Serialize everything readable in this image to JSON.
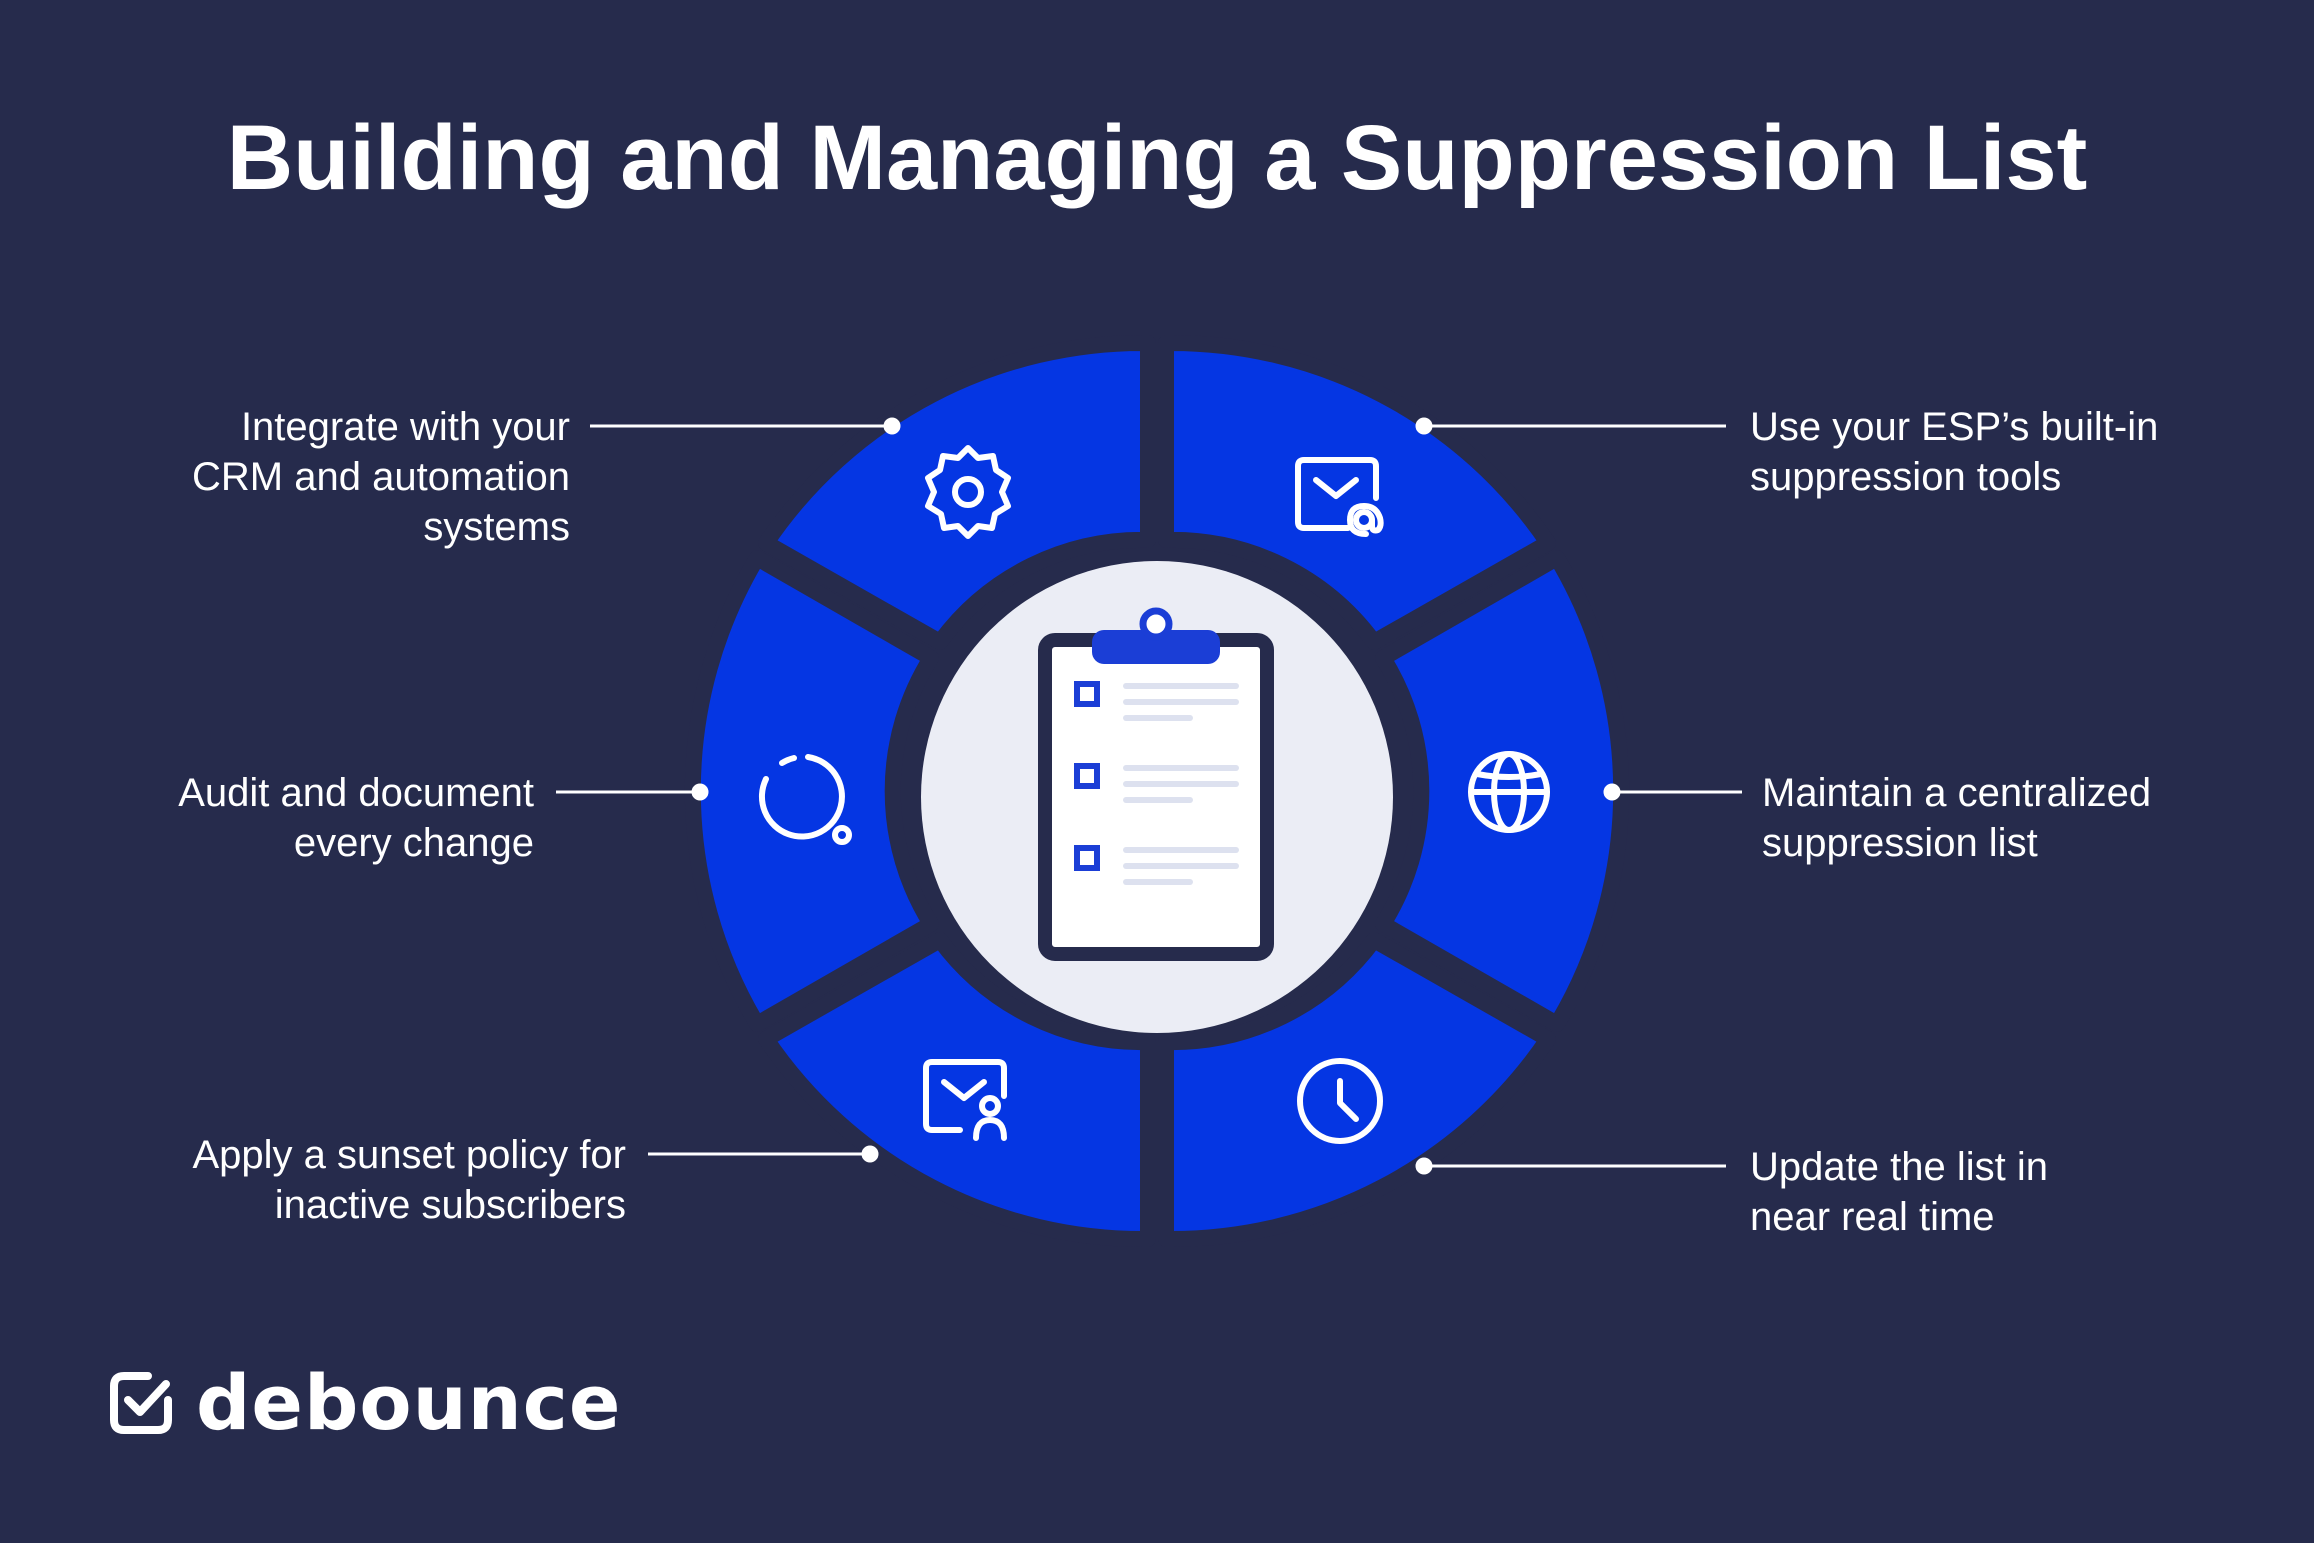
{
  "title": "Building and Managing a Suppression List",
  "colors": {
    "background": "#262b4c",
    "segment": "#0536e3",
    "center_disc": "#ebedf5",
    "text": "#ffffff",
    "clipboard_outline": "#262b4c",
    "clipboard_accent": "#1b3ed6"
  },
  "steps": [
    {
      "id": "integrate",
      "icon": "gear-icon",
      "lines": [
        "Integrate with your",
        "CRM and automation",
        "systems"
      ]
    },
    {
      "id": "esp-tools",
      "icon": "mail-at-icon",
      "lines": [
        "Use your ESP’s built-in",
        "suppression tools"
      ]
    },
    {
      "id": "audit",
      "icon": "circle-progress-icon",
      "lines": [
        "Audit and document",
        "every change"
      ]
    },
    {
      "id": "centralized",
      "icon": "globe-icon",
      "lines": [
        "Maintain a centralized",
        "suppression list"
      ]
    },
    {
      "id": "sunset",
      "icon": "mail-user-icon",
      "lines": [
        "Apply a sunset policy for",
        "inactive subscribers"
      ]
    },
    {
      "id": "real-time",
      "icon": "clock-icon",
      "lines": [
        "Update the list in",
        "near real time"
      ]
    }
  ],
  "center_icon": "clipboard-checklist-icon",
  "brand": {
    "name": "debounce",
    "icon": "check-badge-icon"
  }
}
